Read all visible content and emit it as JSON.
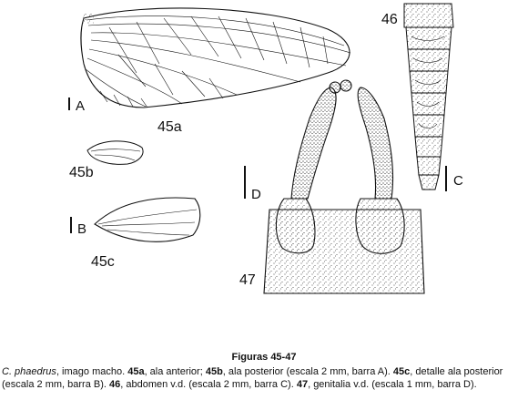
{
  "figures": {
    "f45a": "45a",
    "f45b": "45b",
    "f45c": "45c",
    "f46": "46",
    "f47": "47"
  },
  "scale_bars": {
    "a": "A",
    "b": "B",
    "c": "C",
    "d": "D"
  },
  "caption": {
    "title": "Figuras 45-47",
    "species": "C. phaedrus",
    "parts": [
      {
        "t": ", imago macho. "
      },
      {
        "t": "45a",
        "b": true
      },
      {
        "t": ", ala anterior; "
      },
      {
        "t": "45b",
        "b": true
      },
      {
        "t": ", ala posterior (escala 2 mm, barra A). "
      },
      {
        "t": "45c",
        "b": true
      },
      {
        "t": ", detalle ala posterior (escala 2 mm, barra B). "
      },
      {
        "t": "46",
        "b": true
      },
      {
        "t": ", abdomen v.d. (escala 2 mm, barra C). "
      },
      {
        "t": "47",
        "b": true
      },
      {
        "t": ", genitalia v.d. (escala 1 mm, barra D)."
      }
    ]
  },
  "colors": {
    "ink": "#111111",
    "stipple": "#333333",
    "background": "#ffffff"
  }
}
